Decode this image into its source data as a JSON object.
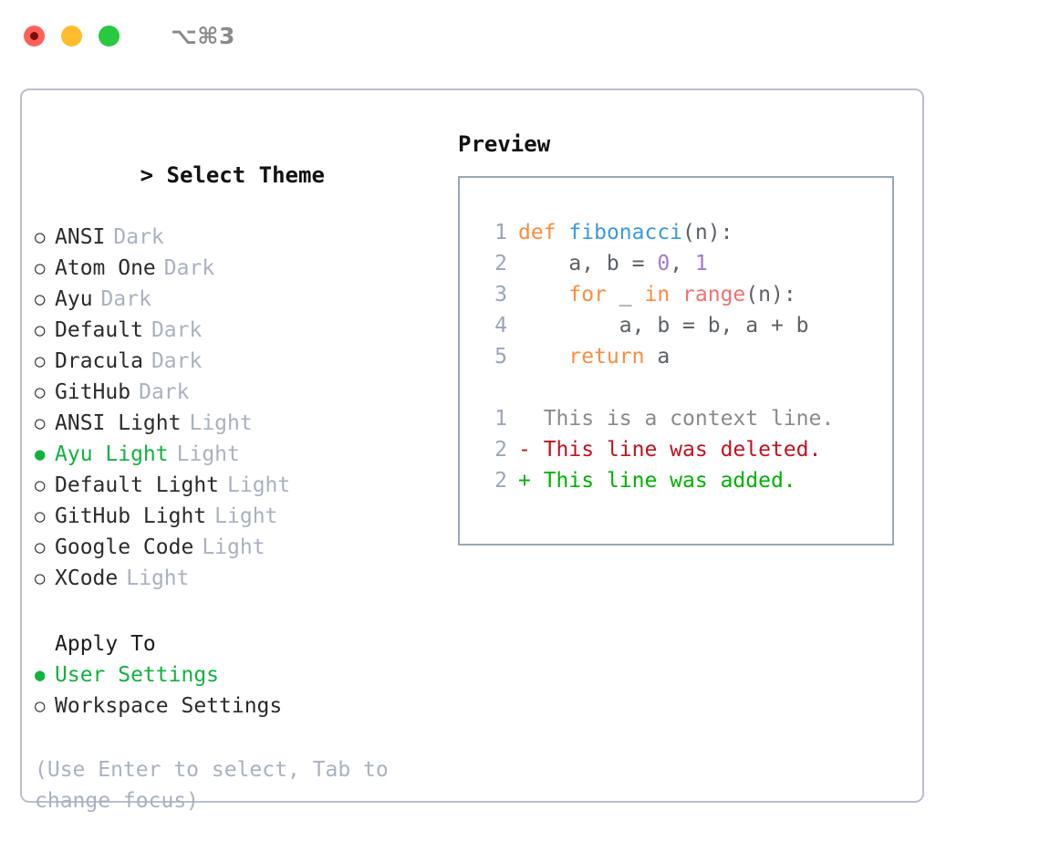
{
  "window": {
    "shortcut_label": "⌥⌘3",
    "traffic_lights": [
      "close-red",
      "minimize-yellow",
      "maximize-green"
    ]
  },
  "theme_panel": {
    "prompt_marker": ">",
    "title": "Select Theme",
    "bullet_off": "○",
    "bullet_on": "●",
    "items": [
      {
        "label": "ANSI",
        "tag": "Dark",
        "selected": false
      },
      {
        "label": "Atom One",
        "tag": "Dark",
        "selected": false
      },
      {
        "label": "Ayu",
        "tag": "Dark",
        "selected": false
      },
      {
        "label": "Default",
        "tag": "Dark",
        "selected": false
      },
      {
        "label": "Dracula",
        "tag": "Dark",
        "selected": false
      },
      {
        "label": "GitHub",
        "tag": "Dark",
        "selected": false
      },
      {
        "label": "ANSI Light",
        "tag": "Light",
        "selected": false
      },
      {
        "label": "Ayu Light",
        "tag": "Light",
        "selected": true
      },
      {
        "label": "Default Light",
        "tag": "Light",
        "selected": false
      },
      {
        "label": "GitHub Light",
        "tag": "Light",
        "selected": false
      },
      {
        "label": "Google Code",
        "tag": "Light",
        "selected": false
      },
      {
        "label": "XCode",
        "tag": "Light",
        "selected": false
      }
    ]
  },
  "apply_to": {
    "heading": "Apply To",
    "options": [
      {
        "label": "User Settings",
        "selected": true
      },
      {
        "label": "Workspace Settings",
        "selected": false
      }
    ]
  },
  "hint": "(Use Enter to select, Tab to change focus)",
  "preview": {
    "title": "Preview",
    "code_lines": [
      {
        "num": "1",
        "tokens": [
          {
            "t": "def",
            "c": "tok-kw"
          },
          {
            "t": " ",
            "c": "tok-plain"
          },
          {
            "t": "fibonacci",
            "c": "tok-fn"
          },
          {
            "t": "(n):",
            "c": "tok-punct"
          }
        ]
      },
      {
        "num": "2",
        "tokens": [
          {
            "t": "    a, b = ",
            "c": "tok-plain"
          },
          {
            "t": "0",
            "c": "tok-num"
          },
          {
            "t": ", ",
            "c": "tok-plain"
          },
          {
            "t": "1",
            "c": "tok-num"
          }
        ]
      },
      {
        "num": "3",
        "tokens": [
          {
            "t": "    ",
            "c": "tok-plain"
          },
          {
            "t": "for",
            "c": "tok-kw"
          },
          {
            "t": " _ ",
            "c": "tok-plain"
          },
          {
            "t": "in",
            "c": "tok-kw"
          },
          {
            "t": " ",
            "c": "tok-plain"
          },
          {
            "t": "range",
            "c": "tok-bi"
          },
          {
            "t": "(n):",
            "c": "tok-punct"
          }
        ]
      },
      {
        "num": "4",
        "tokens": [
          {
            "t": "        a, b = b, a + b",
            "c": "tok-plain"
          }
        ]
      },
      {
        "num": "5",
        "tokens": [
          {
            "t": "    ",
            "c": "tok-plain"
          },
          {
            "t": "return",
            "c": "tok-kw"
          },
          {
            "t": " a",
            "c": "tok-plain"
          }
        ]
      }
    ],
    "diff_lines": [
      {
        "num": "1",
        "marker": "  ",
        "text": "This is a context line.",
        "kind": "diff-ctx"
      },
      {
        "num": "2",
        "marker": "- ",
        "text": "This line was deleted.",
        "kind": "diff-del"
      },
      {
        "num": "2",
        "marker": "+ ",
        "text": "This line was added.",
        "kind": "diff-add"
      }
    ]
  },
  "colors": {
    "accent_green": "#12b23f",
    "muted": "#a9b2c0",
    "border": "#b9bfcc",
    "preview_border": "#9aa7b8",
    "keyword": "#fa8d3e",
    "function": "#3b9bde",
    "number": "#a37acc",
    "builtin": "#f07171",
    "diff_add": "#00b300",
    "diff_del": "#c1121f"
  }
}
